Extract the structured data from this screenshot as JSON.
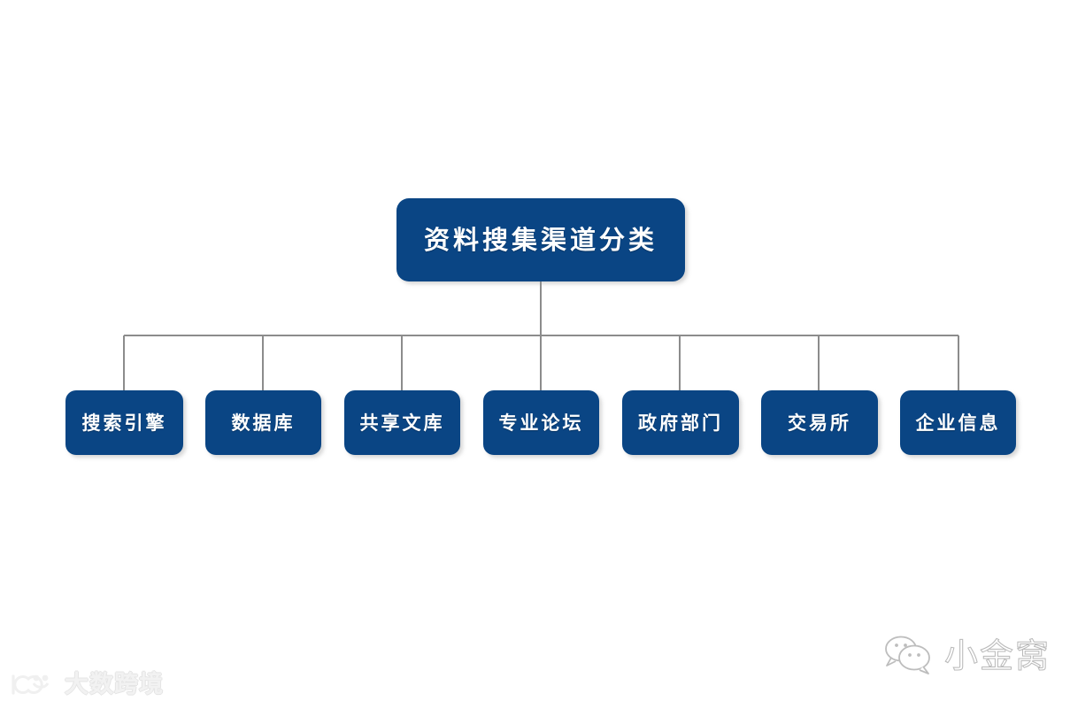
{
  "diagram": {
    "type": "org-chart",
    "background_color": "#ffffff",
    "node_fill_color": "#0a4584",
    "node_text_color": "#ffffff",
    "connector_color": "#8c8c8c",
    "root": {
      "label": "资料搜集渠道分类"
    },
    "children": [
      {
        "label": "搜索引擎"
      },
      {
        "label": "数据库"
      },
      {
        "label": "共享文库"
      },
      {
        "label": "专业论坛"
      },
      {
        "label": "政府部门"
      },
      {
        "label": "交易所"
      },
      {
        "label": "企业信息"
      }
    ]
  },
  "watermarks": {
    "left": {
      "icon": "dashuguoji-logo-icon",
      "text": "大数跨境"
    },
    "right": {
      "icon": "wechat-bubbles-icon",
      "text": "小金窝"
    }
  }
}
